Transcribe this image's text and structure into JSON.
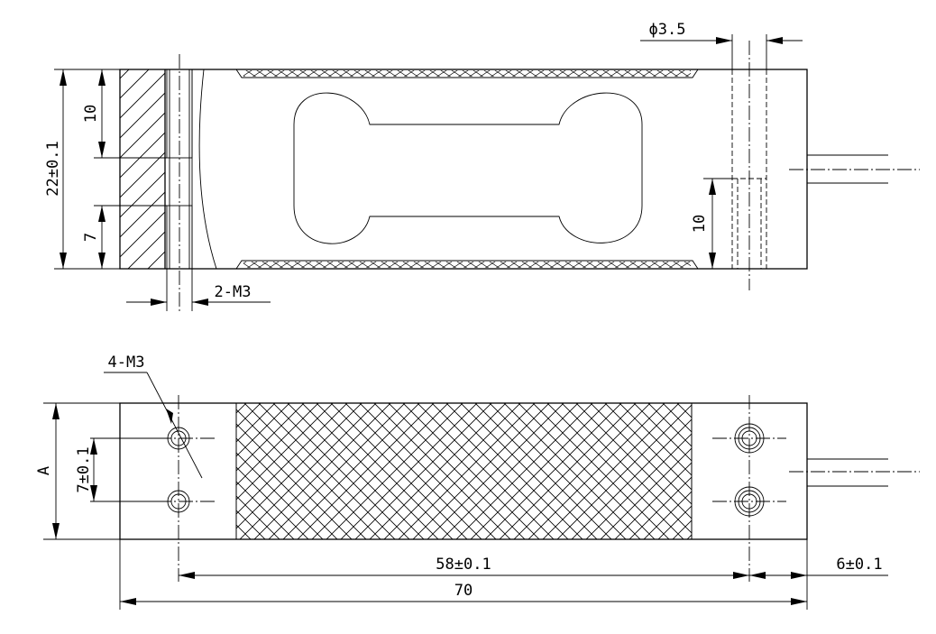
{
  "labels": {
    "hole_diameter": "ϕ3.5",
    "height": "22±0.1",
    "top_depth": "10",
    "bottom_depth": "7",
    "right_depth": "10",
    "side_thread": "2-M3",
    "top_thread": "4-M3",
    "hole_pitch": "7±0.1",
    "width_ref": "A",
    "hole_span": "58±0.1",
    "end_offset": "6±0.1",
    "overall_length": "70"
  }
}
